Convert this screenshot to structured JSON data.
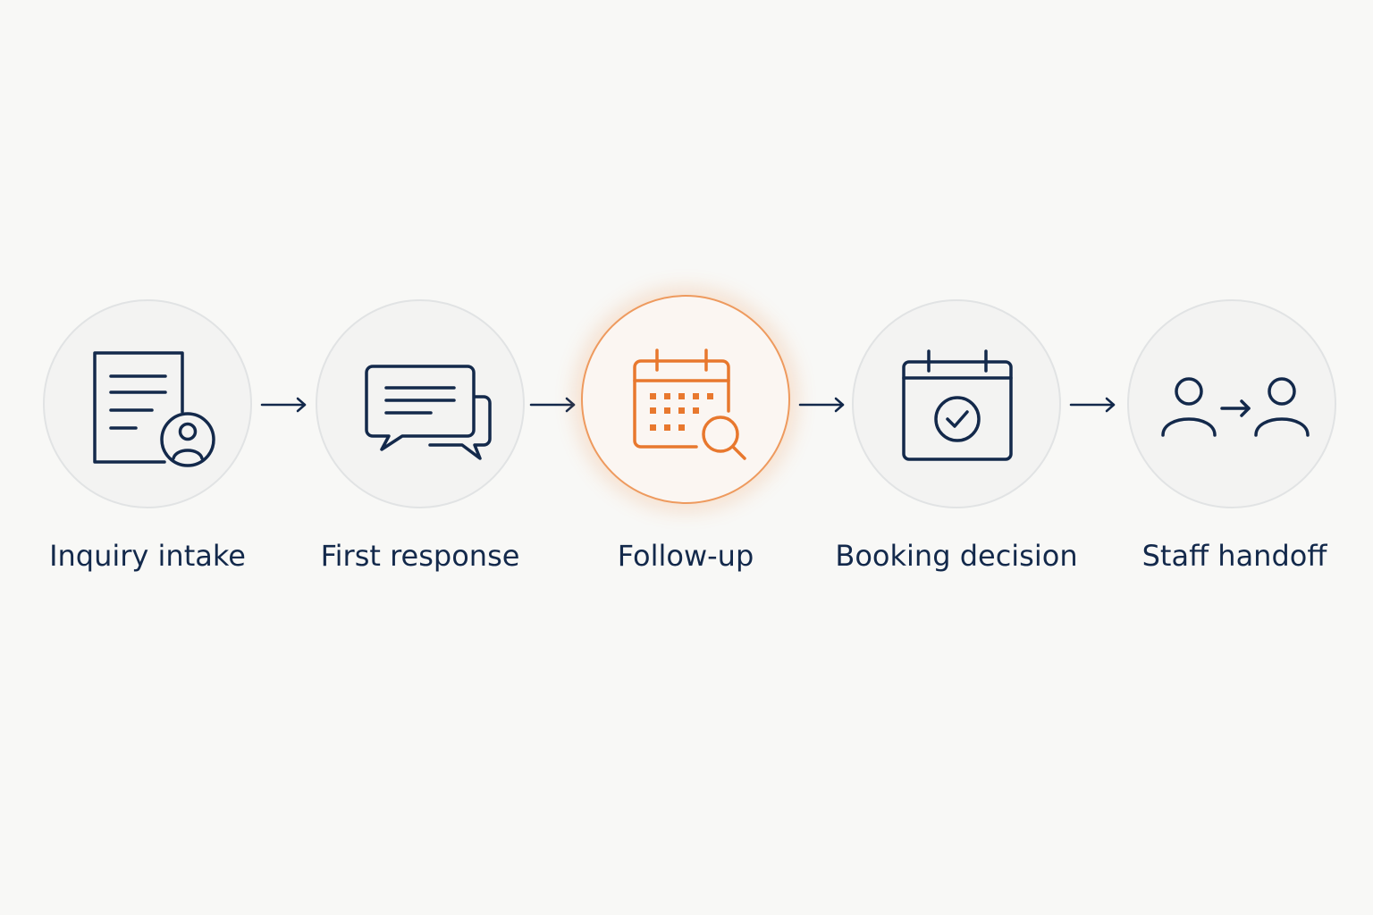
{
  "diagram": {
    "accent_color": "#e8782e",
    "default_color": "#13294b",
    "active_step": "Follow-up",
    "steps": [
      {
        "label": "Inquiry intake",
        "icon": "document-with-person-icon"
      },
      {
        "label": "First response",
        "icon": "chat-bubbles-icon"
      },
      {
        "label": "Follow-up",
        "icon": "calendar-search-icon"
      },
      {
        "label": "Booking decision",
        "icon": "calendar-check-icon"
      },
      {
        "label": "Staff handoff",
        "icon": "person-to-person-handoff-icon"
      }
    ]
  }
}
